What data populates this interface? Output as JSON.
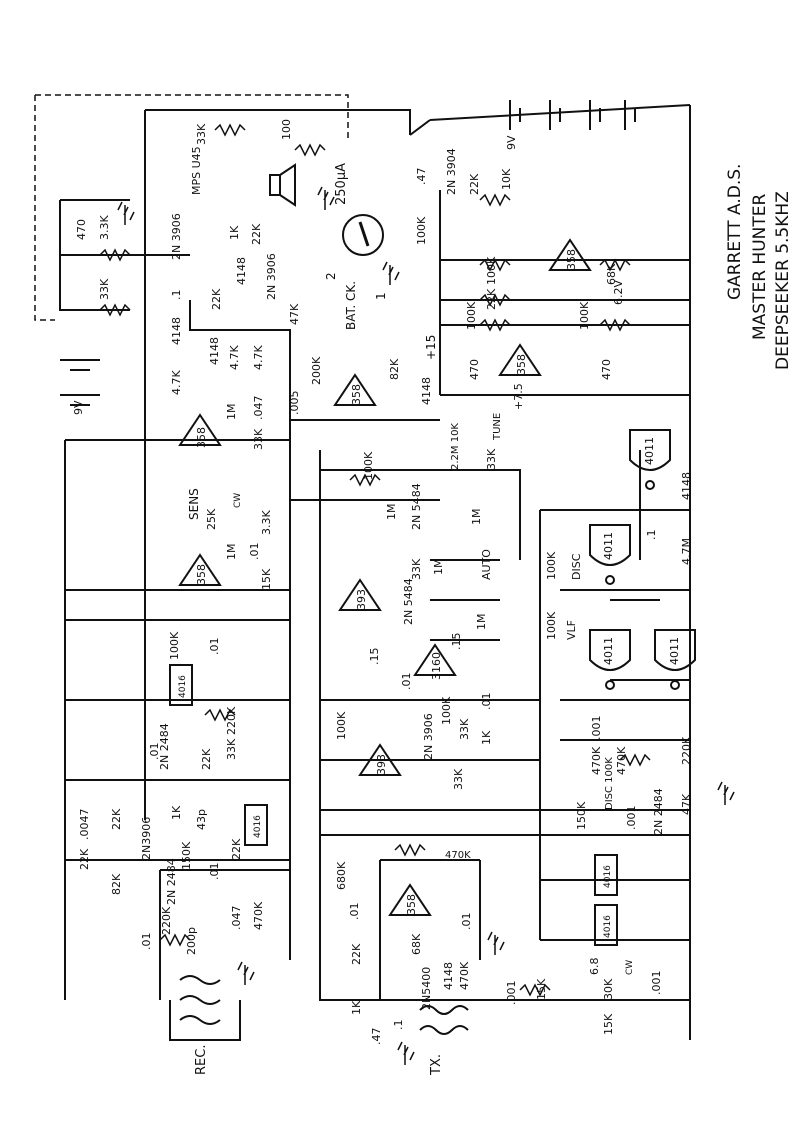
{
  "title": {
    "line1": "GARRETT A.D.S.",
    "line2": "MASTER HUNTER",
    "line3": "DEEPSEEKER 5.5KHZ"
  },
  "connectors": {
    "receive": "REC.",
    "transmit": "TX."
  },
  "meter": {
    "label": "250µA"
  },
  "battery_check": {
    "label": "BAT. CK.",
    "pos1": "1",
    "pos2": "2"
  },
  "controls": {
    "sens": "SENS",
    "sens_pot": "25K",
    "cw": "CW",
    "auto": "AUTO",
    "disc": "DISC",
    "vlf": "VLF",
    "disc_pot": "DISC 100K",
    "tune": "TUNE",
    "tune_pot": "2.2M 10K"
  },
  "ics": {
    "op358": "358",
    "op393": "393",
    "ca3160": "3160",
    "cd4011": "4011",
    "cd4016": "4016"
  },
  "transistors": {
    "q_mps": "MPS U45",
    "q_2n3906": "2N 3906",
    "q_2n3904": "2N 3904",
    "q_2n5484": "2N 5484",
    "q_2n2484": "2N 2484",
    "q_2n3906b": "2N3906",
    "q_2n5400": "2N5400"
  },
  "supplies": {
    "batt": "9V",
    "plus15": "+15",
    "plus75": "+7.5",
    "zener": "6.2V"
  },
  "components": {
    "r33k": "33K",
    "r100": "100",
    "r1k": "1K",
    "r22k": "22K",
    "r47k": "47K",
    "r4_7k": "4.7K",
    "r3_3k": "3.3K",
    "r10k": "10K",
    "r100k": "100K",
    "r68k": "68K",
    "r200k": "200K",
    "r82k": "82K",
    "r1m": "1M",
    "r4_7m": "4.7M",
    "r15k": "15K",
    "r220k": "220K",
    "r470k": "470K",
    "r150k": "150K",
    "r680k": "680K",
    "r30k": "30K",
    "d4148": "4148",
    "c470": "470",
    "c_01": ".01",
    "c_1": ".1",
    "c_005": ".005",
    "c_047": ".047",
    "c_0047": ".0047",
    "c_001": ".001",
    "c_15": ".15",
    "c_47": ".47",
    "c43p": "43p",
    "c200p": "200p",
    "c6_8": "6.8"
  }
}
